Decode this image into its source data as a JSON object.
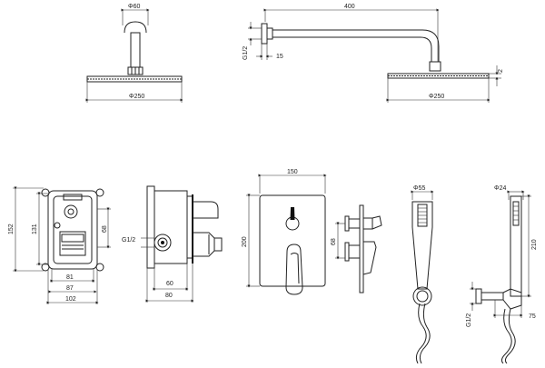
{
  "drawing": {
    "shower_head_front": {
      "phi_top": "Φ60",
      "phi_bottom": "Φ250"
    },
    "shower_head_side": {
      "len_400": "400",
      "thread": "G1/2",
      "offset_15": "15",
      "thick_2": "2",
      "phi_bottom": "Φ250"
    },
    "box_front": {
      "h152": "152",
      "h131": "131",
      "h68": "68",
      "w81": "81",
      "w87": "87",
      "w102": "102"
    },
    "box_side": {
      "thread": "G1/2",
      "w60": "60",
      "w80": "80"
    },
    "mixer_plate": {
      "w150": "150",
      "h200": "200",
      "h68": "68"
    },
    "hand_shower": {
      "phi55": "Φ55"
    },
    "holder": {
      "phi24": "Φ24",
      "h210": "210",
      "thread": "G1/2",
      "w75": "75"
    }
  }
}
